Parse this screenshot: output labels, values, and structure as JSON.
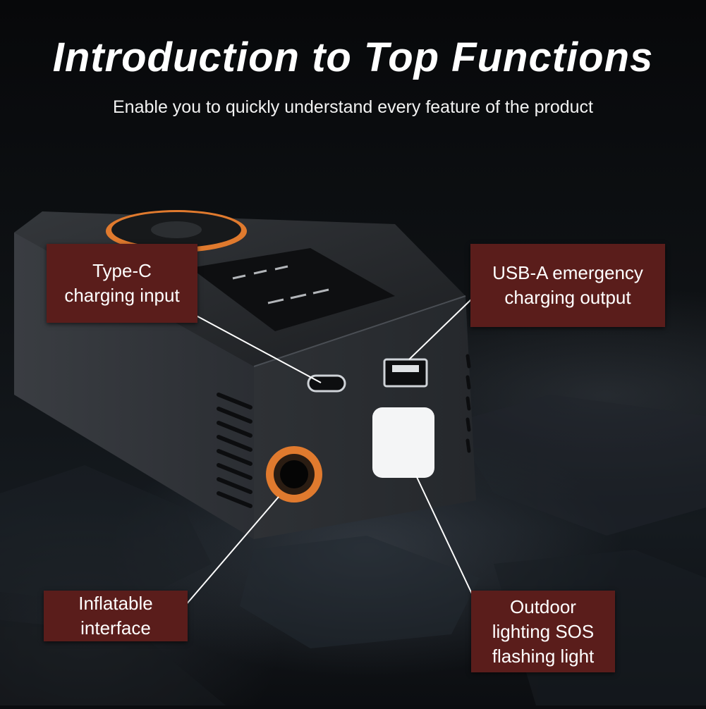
{
  "header": {
    "title": "Introduction to Top Functions",
    "subtitle": "Enable you to quickly understand every feature of the product"
  },
  "callouts": {
    "type_c": "Type-C\ncharging input",
    "usb_a": "USB-A emergency\ncharging output",
    "inflatable": "Inflatable\ninterface",
    "outdoor": "Outdoor\nlighting SOS\nflashing light"
  },
  "colors": {
    "callout_bg": "#5a1d1b",
    "accent_ring": "#e07a2e",
    "device_body": "#2a2d31"
  },
  "icons": [
    "power-icon",
    "usb-c-port-icon",
    "usb-a-port-icon",
    "air-nozzle-icon",
    "flashlight-icon"
  ]
}
